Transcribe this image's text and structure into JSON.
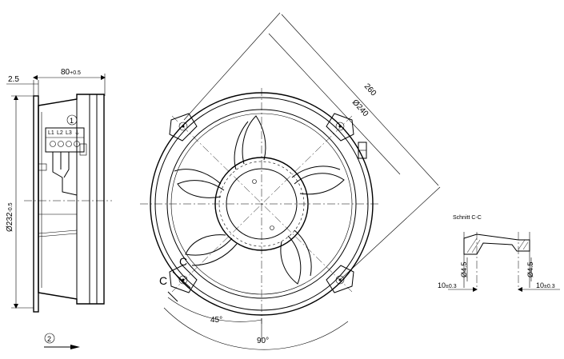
{
  "side_view": {
    "dim_top_small": "2.5",
    "dim_depth": "80",
    "dim_depth_tol": "+0.5",
    "dim_diameter": "Ø232",
    "dim_diameter_tol": "-0.5",
    "terminal_labels": [
      "L1",
      "L2",
      "L3",
      "⏚"
    ],
    "callout_1": "1",
    "callout_2": "2"
  },
  "front_view": {
    "dim_diag_outer": "260",
    "dim_diag_inner": "Ø240",
    "section_mark_left": "C",
    "section_mark_right": "C",
    "angle_small": "45°",
    "angle_large": "90°"
  },
  "section_view": {
    "title": "Schnitt C-C",
    "hole_left": "Ø4.5",
    "hole_right": "Ø4.5",
    "flange_left": "10",
    "flange_left_tol": "±0.3",
    "flange_right": "10",
    "flange_right_tol": "±0.3"
  }
}
